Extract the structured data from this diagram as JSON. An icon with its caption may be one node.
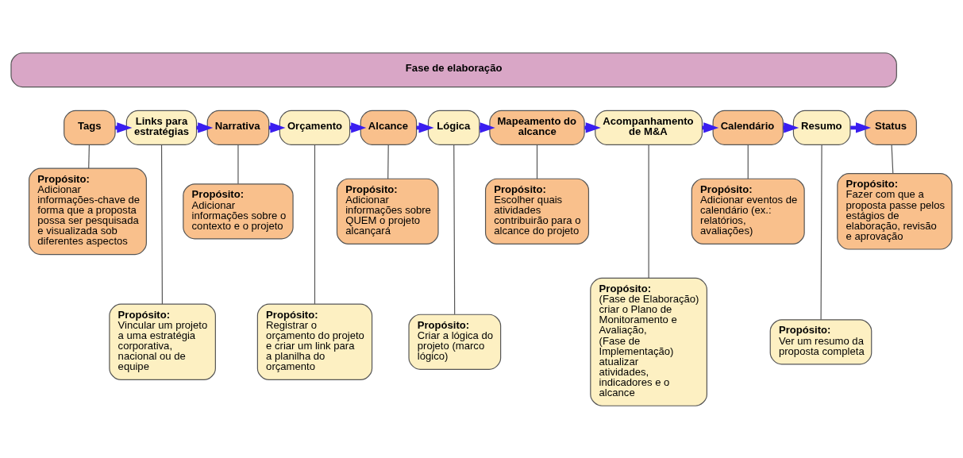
{
  "diagram": {
    "nodes": [
      {
        "text": [
          "Fase de elaboração"
        ]
      },
      {
        "text": [
          "Tags"
        ]
      },
      {
        "text": [
          "Links para estratégias"
        ]
      },
      {
        "text": [
          "Narrativa"
        ]
      },
      {
        "text": [
          "Orçamento"
        ]
      },
      {
        "text": [
          "Alcance"
        ]
      },
      {
        "text": [
          "Lógica"
        ]
      },
      {
        "text": [
          "Mapeamento do alcance"
        ]
      },
      {
        "text": [
          "Acompanhamento de M&A"
        ]
      },
      {
        "text": [
          "Calendário"
        ]
      },
      {
        "text": [
          "Resumo"
        ]
      },
      {
        "text": [
          "Status"
        ]
      },
      {
        "text": [
          "Propósito:",
          "Adicionar informações-chave de forma que a proposta possa ser pesquisada e visualizada sob diferentes aspectos"
        ]
      },
      {
        "text": [
          "Propósito:",
          "Vincular um projeto a uma estratégia corporativa, nacional ou de equipe"
        ]
      },
      {
        "text": [
          "Propósito:",
          "Adicionar informações sobre o contexto e o projeto"
        ]
      },
      {
        "text": [
          "Propósito:",
          "Registrar o orçamento do projeto e criar um link para a planilha do orçamento"
        ]
      },
      {
        "text": [
          "Propósito:",
          "Adicionar informações sobre QUEM o projeto alcançará"
        ]
      },
      {
        "text": [
          "Propósito:",
          "Criar a lógica do projeto (marco lógico)"
        ]
      },
      {
        "text": [
          "Propósito:",
          "Escolher quais atividades contribuirão para o alcance do projeto"
        ]
      },
      {
        "text": [
          "Propósito:",
          "(Fase de Elaboração) criar o Plano de Monitoramento e Avaliação,",
          "(Fase de Implementação) atualizar atividades, indicadores e o alcance"
        ]
      },
      {
        "text": [
          "Propósito:",
          "Adicionar eventos de calendário (ex.: relatórios, avaliações)"
        ]
      },
      {
        "text": [
          "Propósito:",
          "Ver um resumo da proposta completa"
        ]
      },
      {
        "text": [
          "Propósito:",
          "Fazer com que a proposta passe pelos estágios de elaboração, revisão e aprovação"
        ]
      }
    ],
    "edges": [
      {
        "from": 1,
        "to": 2,
        "arrow": "to",
        "style": "thick",
        "color": "#3a1ef0"
      },
      {
        "from": 2,
        "to": 3,
        "arrow": "to",
        "style": "thick",
        "color": "#3a1ef0"
      },
      {
        "from": 3,
        "to": 4,
        "arrow": "to",
        "style": "thick",
        "color": "#3a1ef0"
      },
      {
        "from": 4,
        "to": 5,
        "arrow": "to",
        "style": "thick",
        "color": "#3a1ef0"
      },
      {
        "from": 5,
        "to": 6,
        "arrow": "to",
        "style": "thick",
        "color": "#3a1ef0"
      },
      {
        "from": 6,
        "to": 7,
        "arrow": "to",
        "style": "thick",
        "color": "#3a1ef0"
      },
      {
        "from": 7,
        "to": 8,
        "arrow": "to",
        "style": "thick",
        "color": "#3a1ef0"
      },
      {
        "from": 8,
        "to": 9,
        "arrow": "to",
        "style": "thick",
        "color": "#3a1ef0"
      },
      {
        "from": 9,
        "to": 10,
        "arrow": "to",
        "style": "thick",
        "color": "#3a1ef0"
      },
      {
        "from": 10,
        "to": 11,
        "arrow": "to",
        "style": "thick",
        "color": "#3a1ef0"
      },
      {
        "from": 1,
        "to": 12,
        "arrow": "none"
      },
      {
        "from": 2,
        "to": 13,
        "arrow": "none"
      },
      {
        "from": 3,
        "to": 14,
        "arrow": "none"
      },
      {
        "from": 4,
        "to": 15,
        "arrow": "none"
      },
      {
        "from": 5,
        "to": 16,
        "arrow": "none"
      },
      {
        "from": 6,
        "to": 17,
        "arrow": "none"
      },
      {
        "from": 7,
        "to": 18,
        "arrow": "none"
      },
      {
        "from": 8,
        "to": 19,
        "arrow": "none"
      },
      {
        "from": 9,
        "to": 20,
        "arrow": "none"
      },
      {
        "from": 10,
        "to": 21,
        "arrow": "none"
      },
      {
        "from": 11,
        "to": 22,
        "arrow": "none"
      }
    ]
  }
}
